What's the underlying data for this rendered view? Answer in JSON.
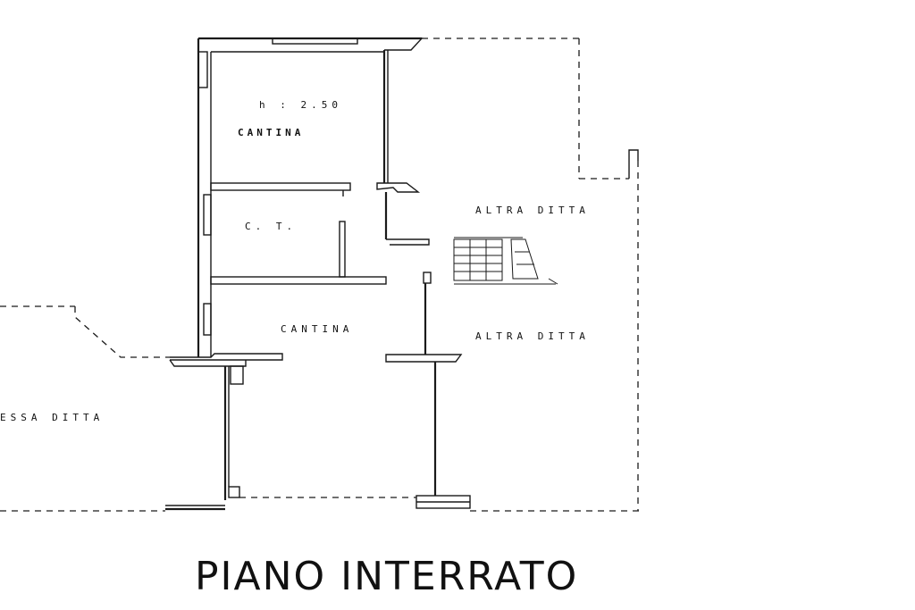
{
  "title": "PIANO INTERRATO",
  "rooms": {
    "height_note": "h : 2.50",
    "cantina_upper": "CANTINA",
    "ct": "C. T.",
    "cantina_lower": "CANTINA",
    "altra_ditta_upper": "ALTRA DITTA",
    "altra_ditta_lower": "ALTRA DITTA",
    "stessa_ditta": "ESSA DITTA"
  }
}
